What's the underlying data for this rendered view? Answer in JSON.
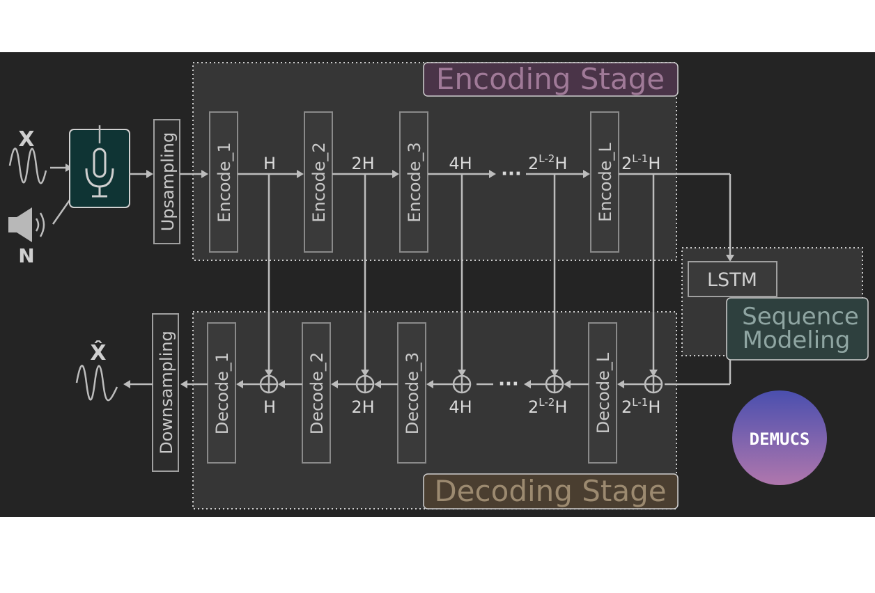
{
  "inputs": {
    "clean_signal": "X",
    "noise_signal": "N",
    "output_signal": "X̂"
  },
  "stages": {
    "encoding": "Encoding Stage",
    "decoding": "Decoding Stage",
    "sequence": [
      "Sequence",
      "Modeling"
    ]
  },
  "blocks": {
    "upsampling": "Upsampling",
    "downsampling": "Downsampling",
    "lstm": "LSTM",
    "encoders": [
      "Encode_1",
      "Encode_2",
      "Encode_3",
      "Encode_L"
    ],
    "decoders": [
      "Decode_1",
      "Decode_2",
      "Decode_3",
      "Decode_L"
    ]
  },
  "channel_labels": [
    {
      "base": "H",
      "sup": ""
    },
    {
      "base": "2H",
      "sup": ""
    },
    {
      "base": "4H",
      "sup": ""
    },
    {
      "base": "2",
      "sup": "L-2",
      "tail": "H"
    },
    {
      "base": "2",
      "sup": "L-1",
      "tail": "H"
    }
  ],
  "ellipsis": "···",
  "logo": "DEMUCS",
  "colors": {
    "background": "#242424",
    "encoding_accent": "#4a3448",
    "encoding_text": "#a07a98",
    "decoding_accent": "#4a3e30",
    "decoding_text": "#9c8a70",
    "sequence_accent": "#2e403e",
    "sequence_text": "#8fa5a2",
    "mic_box": "#0f3434",
    "logo_top": "#4a4fae",
    "logo_bottom": "#b077ad"
  }
}
